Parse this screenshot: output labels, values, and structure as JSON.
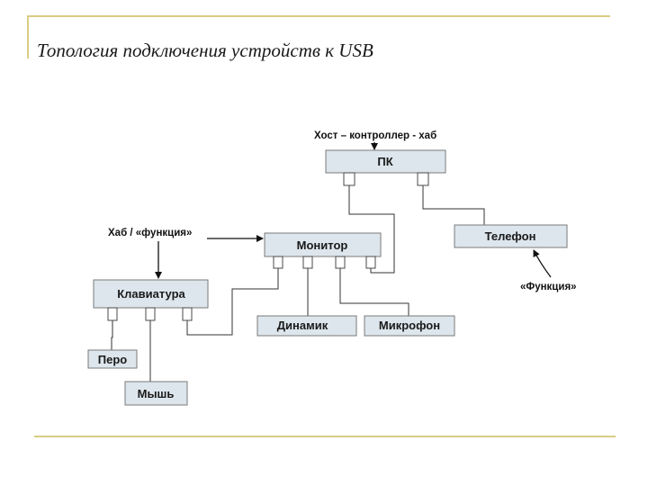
{
  "title": "Топология подключения устройств к USB",
  "annotations": {
    "host": "Хост – контроллер - хаб",
    "hub": "Хаб / «функция»",
    "function": "«Функция»"
  },
  "devices": {
    "pc": "ПК",
    "phone": "Телефон",
    "monitor": "Монитор",
    "keyboard": "Клавиатура",
    "speaker": "Динамик",
    "microphone": "Микрофон",
    "pen": "Перо",
    "mouse": "Мышь"
  },
  "colors": {
    "box_fill": "#dde6ec",
    "frame_line": "#d8cd84"
  }
}
